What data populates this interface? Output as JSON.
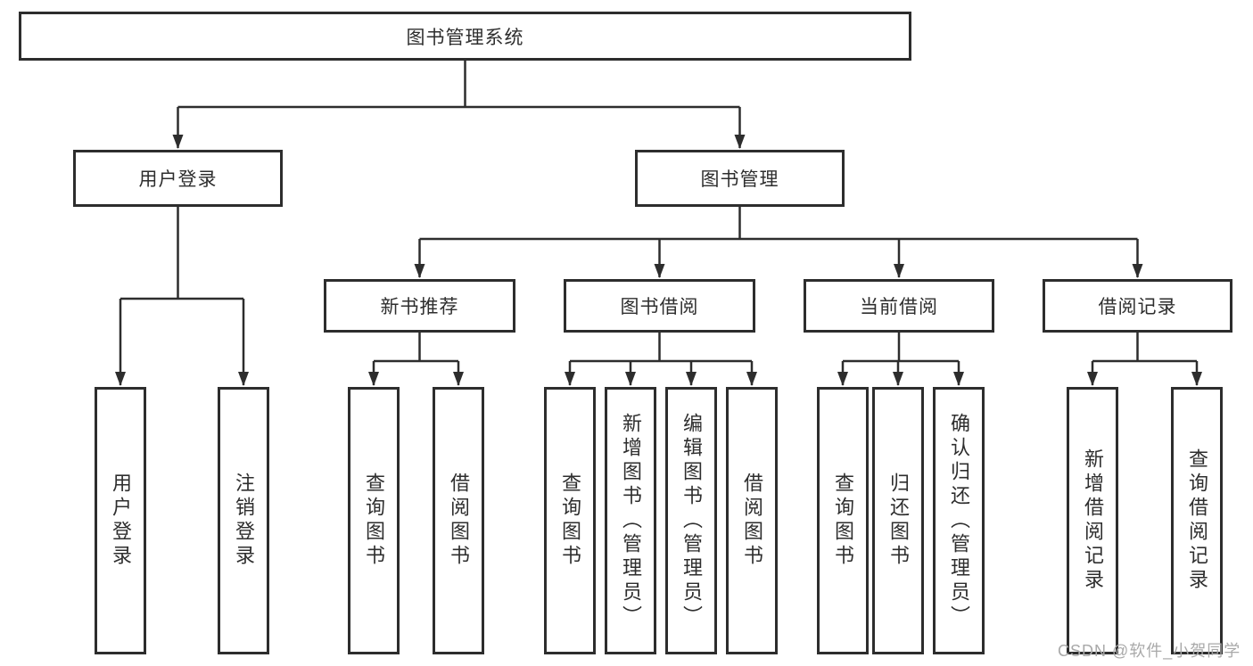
{
  "tree": {
    "root": "图书管理系统",
    "children": [
      {
        "label": "用户登录",
        "children": [
          {
            "label": "用户登录"
          },
          {
            "label": "注销登录"
          }
        ]
      },
      {
        "label": "图书管理",
        "children": [
          {
            "label": "新书推荐",
            "children": [
              {
                "label": "查询图书"
              },
              {
                "label": "借阅图书"
              }
            ]
          },
          {
            "label": "图书借阅",
            "children": [
              {
                "label": "查询图书"
              },
              {
                "label": "新增图书（管理员）"
              },
              {
                "label": "编辑图书（管理员）"
              },
              {
                "label": "借阅图书"
              }
            ]
          },
          {
            "label": "当前借阅",
            "children": [
              {
                "label": "查询图书"
              },
              {
                "label": "归还图书"
              },
              {
                "label": "确认归还（管理员）"
              }
            ]
          },
          {
            "label": "借阅记录",
            "children": [
              {
                "label": "新增借阅记录"
              },
              {
                "label": "查询借阅记录"
              }
            ]
          }
        ]
      }
    ]
  },
  "watermark": {
    "text": "CSDN @软件_小贺同学"
  },
  "colors": {
    "line": "#2d2d2d",
    "box_border": "#2d2d2d",
    "text": "#2e2e2e",
    "watermark": "#a9a9a9"
  }
}
